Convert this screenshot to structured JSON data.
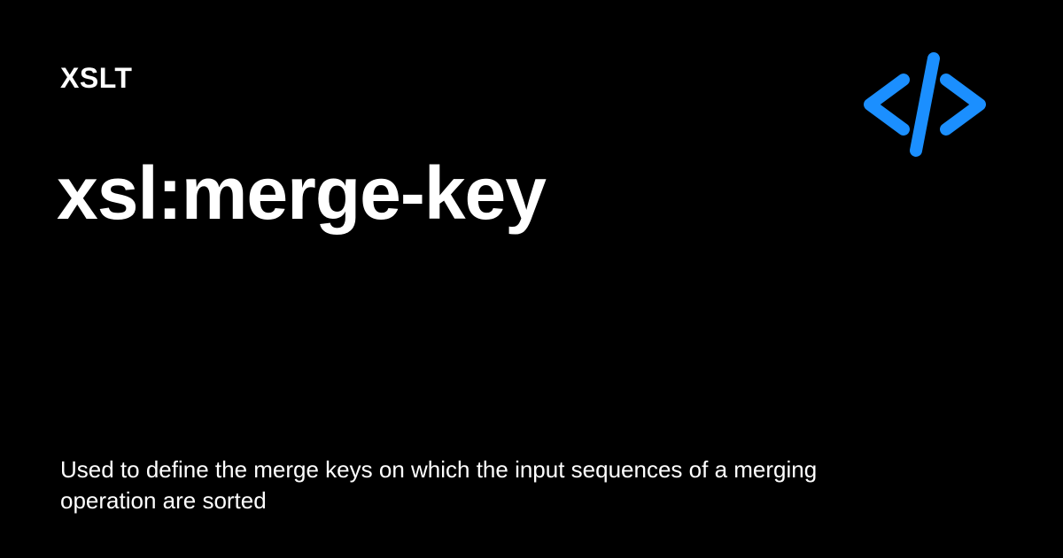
{
  "card": {
    "category": "XSLT",
    "title": "xsl:merge-key",
    "description": "Used to define the merge keys on which the input sequences of a merging operation are sorted",
    "logo_icon": "code-brackets-icon"
  },
  "colors": {
    "background": "#000000",
    "text": "#ffffff",
    "accent": "#1b8fff"
  }
}
